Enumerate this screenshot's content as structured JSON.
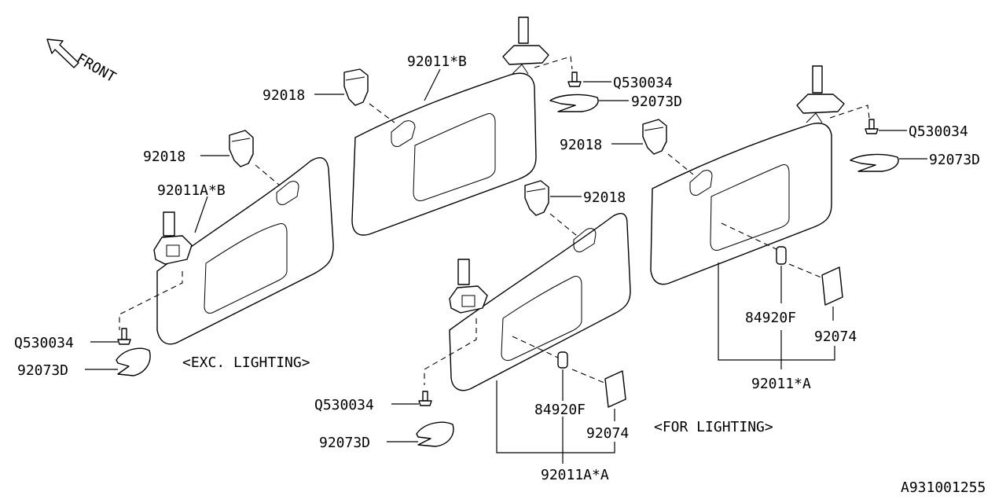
{
  "labels": {
    "front": "FRONT",
    "exc_lighting": "<EXC. LIGHTING>",
    "for_lighting": "<FOR LIGHTING>",
    "figure_code": "A931001255"
  },
  "callouts": {
    "visor_left_b": "92011A*B",
    "visor_right_b": "92011*B",
    "visor_left_a": "92011A*A",
    "visor_right_a": "92011*A",
    "holder": "92018",
    "screw": "Q530034",
    "cover": "92073D",
    "bulb": "84920F",
    "lens": "92074"
  }
}
